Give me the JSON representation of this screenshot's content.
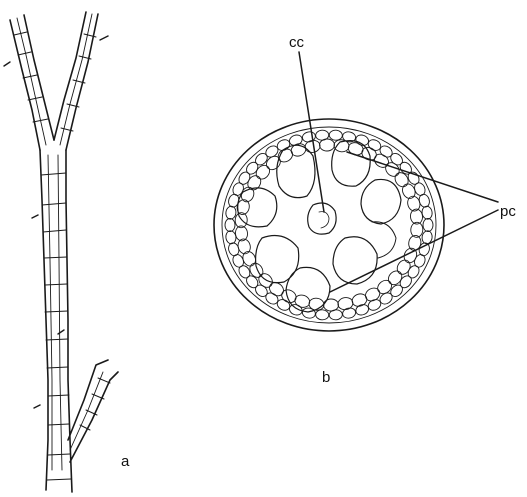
{
  "figure": {
    "panel_a": {
      "label": "a"
    },
    "panel_b": {
      "label": "b",
      "callouts": [
        {
          "text": "cc"
        },
        {
          "text": "pc"
        }
      ]
    }
  }
}
